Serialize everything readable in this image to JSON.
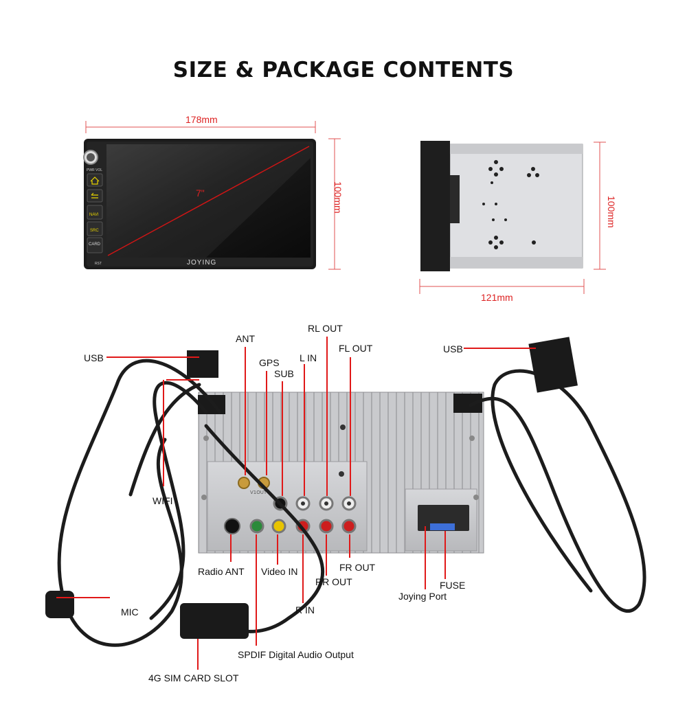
{
  "title": "SIZE & PACKAGE CONTENTS",
  "front_unit": {
    "width_label": "178mm",
    "height_label": "100mm",
    "diagonal_label": "7\"",
    "brand": "JOYING",
    "buttons": [
      "NAVI",
      "SRC",
      "CARD"
    ],
    "small_labels": [
      "PWR",
      "VOL",
      "RST"
    ]
  },
  "side_unit": {
    "height_label": "100mm",
    "depth_label": "121mm"
  },
  "back_panel": {
    "port_prints": [
      "V1OUT"
    ]
  },
  "callouts": {
    "usb_left": "USB",
    "usb_right": "USB",
    "ant": "ANT",
    "gps": "GPS",
    "sub": "SUB",
    "rl_out": "RL OUT",
    "l_in": "L IN",
    "fl_out": "FL OUT",
    "wifi": "WIFI",
    "radio_ant": "Radio ANT",
    "video_in": "Video IN",
    "rr_out": "RR OUT",
    "fr_out": "FR OUT",
    "r_in": "R IN",
    "fuse": "FUSE",
    "joying_port": "Joying Port",
    "mic": "MIC",
    "spdif": "SPDIF Digital Audio Output",
    "sim_slot": "4G SIM CARD SLOT"
  },
  "colors": {
    "accent_red": "#e01818",
    "cable": "#1c1c1c",
    "chassis": "#c2c3c6",
    "screen": "#1a1a1a"
  }
}
